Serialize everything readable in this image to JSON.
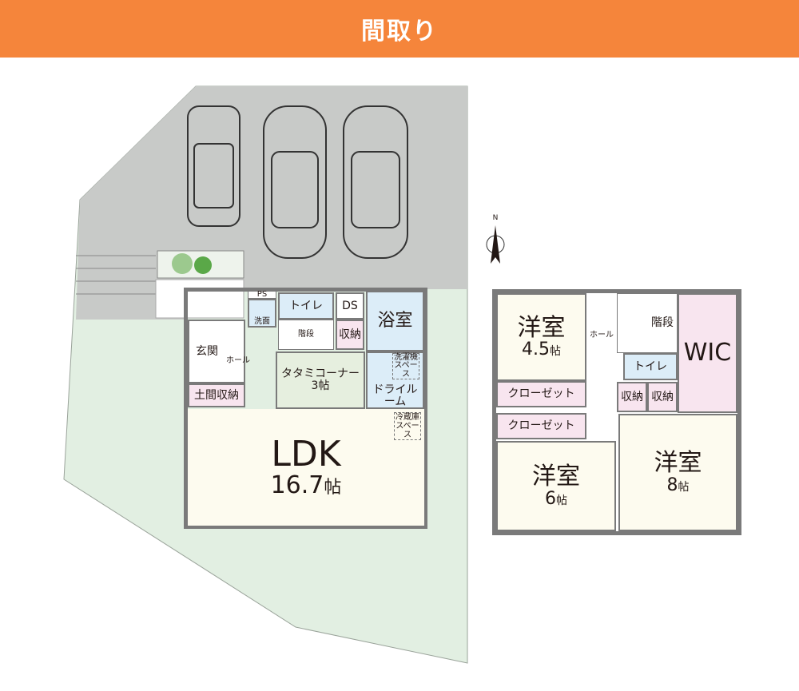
{
  "header": {
    "title": "間取り"
  },
  "colors": {
    "header": "#f5853b",
    "parking": "#c8cac8",
    "garden": "#e2efe2",
    "wall": "#7a7a7a"
  },
  "compass": {
    "label": "N"
  },
  "floor1": {
    "ps": "PS",
    "washroom": "洗面",
    "toilet": "トイレ",
    "ds": "DS",
    "storage": "収納",
    "stairs": "階段",
    "bath": "浴室",
    "entrance": "玄関",
    "hall": "ホール",
    "doma_storage": "土間収納",
    "tatami": {
      "name": "タタミコーナー",
      "size": "3帖"
    },
    "dry_room": "ドライルーム",
    "washer_space": "洗濯機スペース",
    "fridge_space": "冷蔵庫スペース",
    "ldk": {
      "name": "LDK",
      "size": "16.7",
      "unit": "帖"
    }
  },
  "floor2": {
    "room45": {
      "name": "洋室",
      "size": "4.5",
      "unit": "帖"
    },
    "closet1": "クローゼット",
    "closet2": "クローゼット",
    "room6": {
      "name": "洋室",
      "size": "6",
      "unit": "帖"
    },
    "hall": "ホール",
    "stairs": "階段",
    "toilet": "トイレ",
    "storage1": "収納",
    "storage2": "収納",
    "wic": "WIC",
    "room8": {
      "name": "洋室",
      "size": "8",
      "unit": "帖"
    }
  }
}
